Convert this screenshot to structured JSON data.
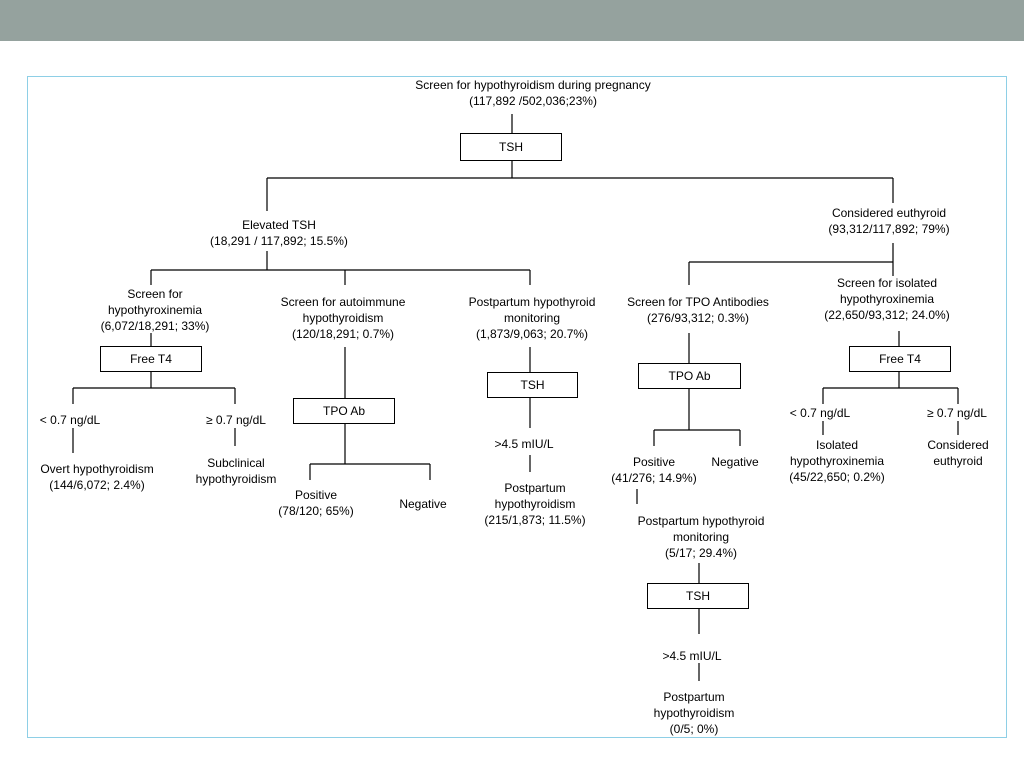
{
  "nodes": {
    "root": [
      "Screen for hypothyroidism during pregnancy",
      "(117,892 /502,036;23%)"
    ],
    "tsh_main": "TSH",
    "elevated_tsh": [
      "Elevated TSH",
      "(18,291 / 117,892; 15.5%)"
    ],
    "euthyroid": [
      "Considered euthyroid",
      "(93,312/117,892; 79%)"
    ],
    "screen_hypothyroxinemia": [
      "Screen for",
      "hypothyroxinemia",
      "(6,072/18,291; 33%)"
    ],
    "free_t4_left": "Free T4",
    "lt07_left": "< 0.7 ng/dL",
    "ge07_left": "≥ 0.7 ng/dL",
    "overt": [
      "Overt hypothyroidism",
      "(144/6,072; 2.4%)"
    ],
    "subclinical": [
      "Subclinical",
      "hypothyroidism"
    ],
    "screen_autoimmune": [
      "Screen for autoimmune",
      "hypothyroidism",
      "(120/18,291; 0.7%)"
    ],
    "tpo_ab_left": "TPO Ab",
    "positive_left": [
      "Positive",
      "(78/120; 65%)"
    ],
    "negative_left": "Negative",
    "postpartum_mon_1": [
      "Postpartum hypothyroid",
      "monitoring",
      "(1,873/9,063; 20.7%)"
    ],
    "tsh_pp1": "TSH",
    "gt45_1": ">4.5 mIU/L",
    "pp_hypo_1": [
      "Postpartum",
      "hypothyroidism",
      "(215/1,873; 11.5%)"
    ],
    "screen_tpo": [
      "Screen for TPO Antibodies",
      "(276/93,312; 0.3%)"
    ],
    "tpo_ab_right": "TPO Ab",
    "positive_right": [
      "Positive",
      "(41/276; 14.9%)"
    ],
    "negative_right": "Negative",
    "postpartum_mon_2": [
      "Postpartum hypothyroid",
      "monitoring",
      "(5/17; 29.4%)"
    ],
    "tsh_pp2": "TSH",
    "gt45_2": ">4.5 mIU/L",
    "pp_hypo_2": [
      "Postpartum",
      "hypothyroidism",
      "(0/5; 0%)"
    ],
    "screen_isolated": [
      "Screen for isolated",
      "hypothyroxinemia",
      "(22,650/93,312; 24.0%)"
    ],
    "free_t4_right": "Free T4",
    "lt07_right": "< 0.7 ng/dL",
    "ge07_right": "≥ 0.7 ng/dL",
    "isolated": [
      "Isolated",
      "hypothyroxinemia",
      "(45/22,650; 0.2%)"
    ],
    "considered_euthyroid_2": [
      "Considered",
      "euthyroid"
    ]
  }
}
